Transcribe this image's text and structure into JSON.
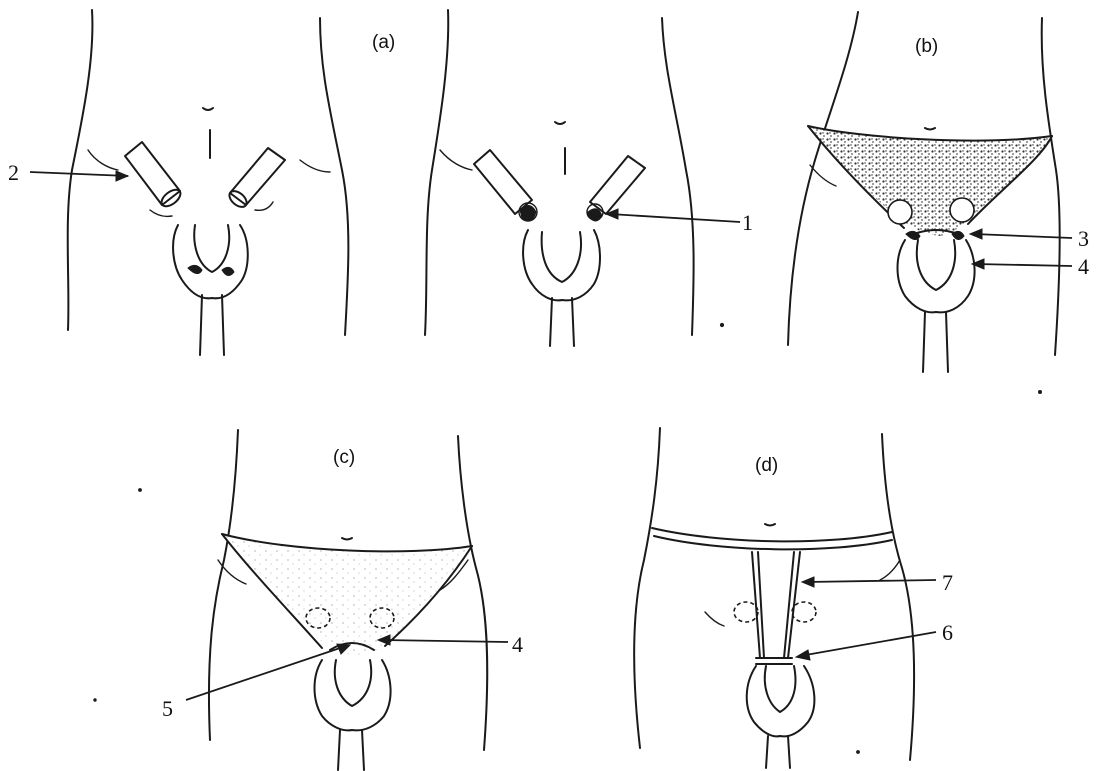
{
  "panels": {
    "a": {
      "label": "(a)"
    },
    "b": {
      "label": "(b)"
    },
    "c": {
      "label": "(c)"
    },
    "d": {
      "label": "(d)"
    }
  },
  "callouts": {
    "n1": "1",
    "n2": "2",
    "n3": "3",
    "n4": "4",
    "n5": "5",
    "n6": "6",
    "n7": "7"
  }
}
